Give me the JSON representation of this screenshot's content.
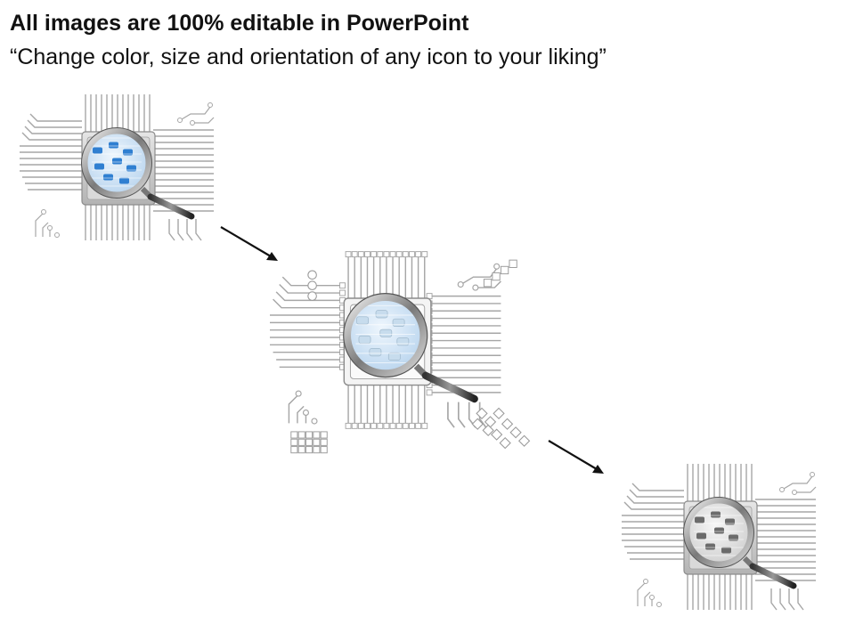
{
  "header": {
    "title": "All images are 100% editable in PowerPoint",
    "subtitle": "“Change color, size and orientation of any icon to your liking”"
  },
  "icons": [
    {
      "name": "chip-magnifier-blue-icon",
      "accent": "#2f7fd1",
      "lens_tint": "#cfe3f5",
      "style": "filled"
    },
    {
      "name": "chip-magnifier-outline-icon",
      "accent": "#9a9a9a",
      "lens_tint": "#dfe9f2",
      "style": "outline"
    },
    {
      "name": "chip-magnifier-gray-icon",
      "accent": "#6b6b6b",
      "lens_tint": "#e8e8e8",
      "style": "filled"
    }
  ],
  "arrows": [
    {
      "name": "arrow-right-down-icon"
    },
    {
      "name": "arrow-right-down-icon"
    }
  ],
  "colors": {
    "trace": "#a6a6a6",
    "arrow": "#111111"
  }
}
